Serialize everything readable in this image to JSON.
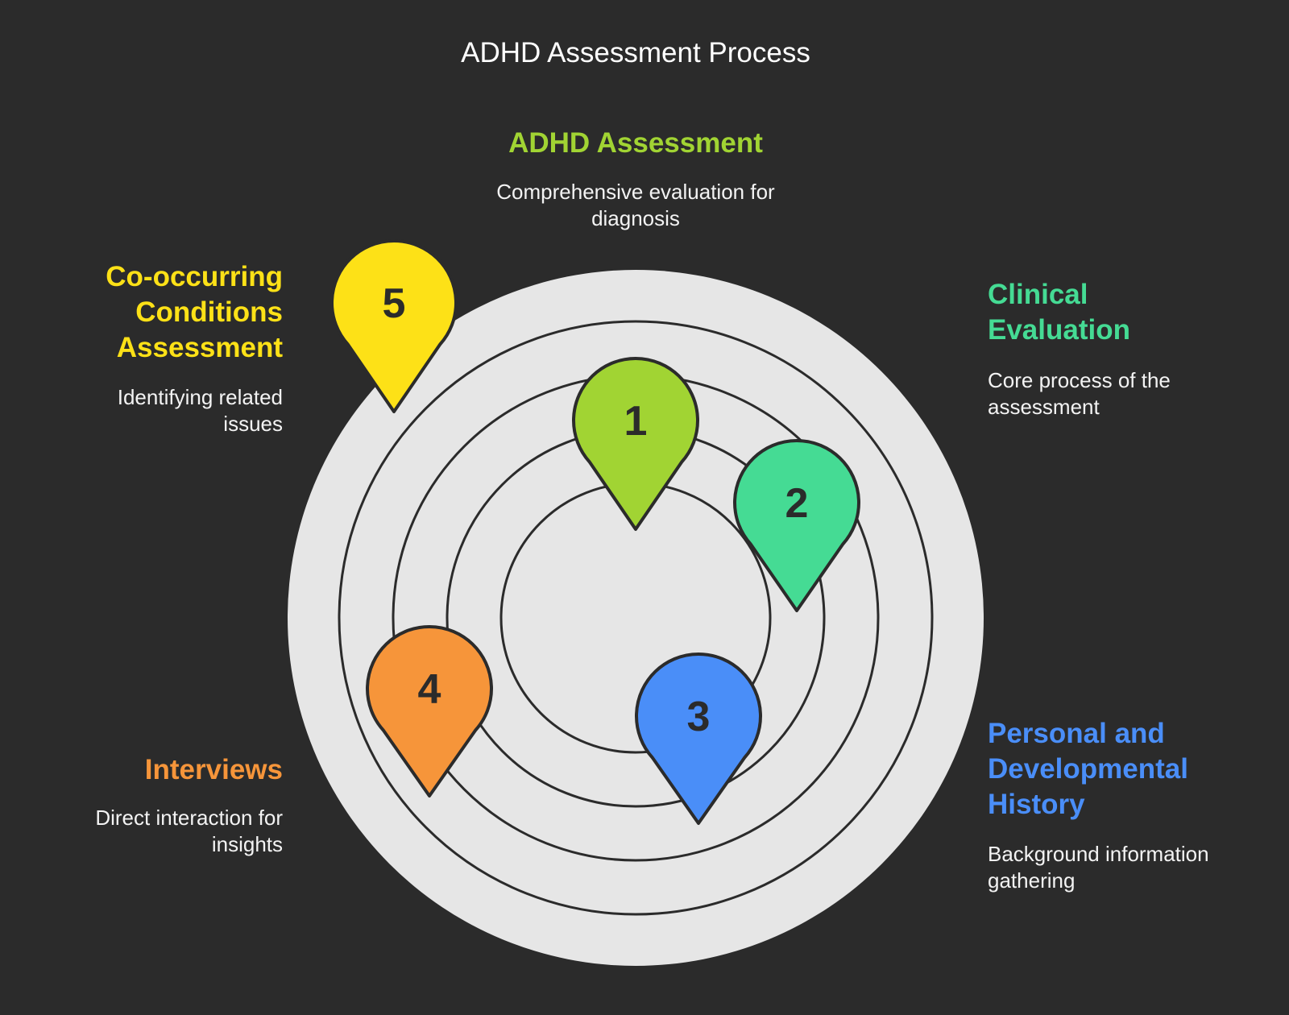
{
  "title": "ADHD Assessment Process",
  "steps": [
    {
      "number": "1",
      "heading": "ADHD Assessment",
      "description": "Comprehensive evaluation for diagnosis",
      "color": "#a1d433"
    },
    {
      "number": "2",
      "heading": "Clinical Evaluation",
      "description": "Core process of the assessment",
      "color": "#45db94"
    },
    {
      "number": "3",
      "heading": "Personal and Developmental History",
      "description": "Background information gathering",
      "color": "#4a8ef8"
    },
    {
      "number": "4",
      "heading": "Interviews",
      "description": "Direct interaction for insights",
      "color": "#f6953a"
    },
    {
      "number": "5",
      "heading": "Co-occurring Conditions Assessment",
      "description": "Identifying related issues",
      "color": "#fde117"
    }
  ],
  "colors": {
    "background": "#2b2b2b",
    "rings_fill": "#e6e6e6",
    "outline": "#2b2b2b",
    "number_text": "#2b2b2b"
  }
}
